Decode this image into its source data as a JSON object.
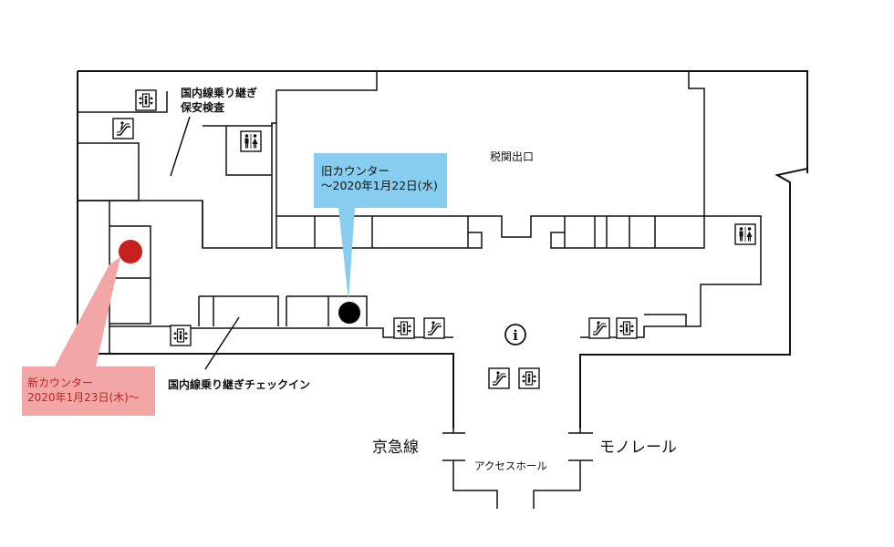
{
  "map": {
    "labels": {
      "domestic_transfer_security": [
        "国内線乗り継ぎ",
        "保安検査"
      ],
      "customs_exit": "税関出口",
      "domestic_transfer_checkin": "国内線乗り継ぎチェックイン",
      "keikyu_line": "京急線",
      "monorail": "モノレール",
      "access_hall": "アクセスホール"
    },
    "old_counter": {
      "lines": [
        "旧カウンター",
        "〜2020年1月22日(水)"
      ],
      "color": "#87cdf0"
    },
    "new_counter": {
      "lines": [
        "新カウンター",
        "2020年1月23日(木)〜"
      ],
      "color": "#f3a6a6",
      "text_color": "#c0241f",
      "marker_color": "#c8201e"
    },
    "icons": [
      "elevator-icon",
      "escalator-icon",
      "restroom-icon",
      "information-icon"
    ]
  }
}
